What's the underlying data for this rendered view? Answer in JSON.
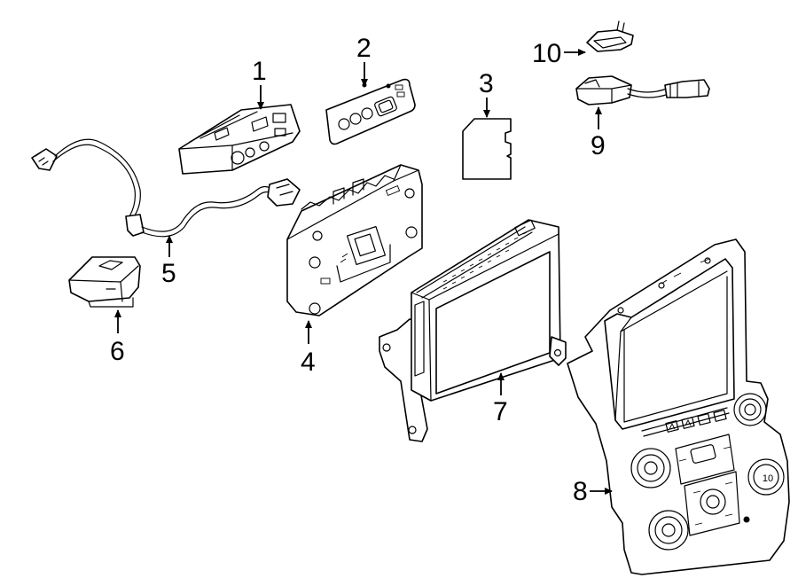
{
  "callouts": [
    {
      "id": "1",
      "label": "1"
    },
    {
      "id": "2",
      "label": "2"
    },
    {
      "id": "3",
      "label": "3"
    },
    {
      "id": "4",
      "label": "4"
    },
    {
      "id": "5",
      "label": "5"
    },
    {
      "id": "6",
      "label": "6"
    },
    {
      "id": "7",
      "label": "7"
    },
    {
      "id": "8",
      "label": "8"
    },
    {
      "id": "9",
      "label": "9"
    },
    {
      "id": "10",
      "label": "10"
    }
  ],
  "knob_label": "10",
  "colors": {
    "line": "#000000",
    "background": "#ffffff"
  }
}
